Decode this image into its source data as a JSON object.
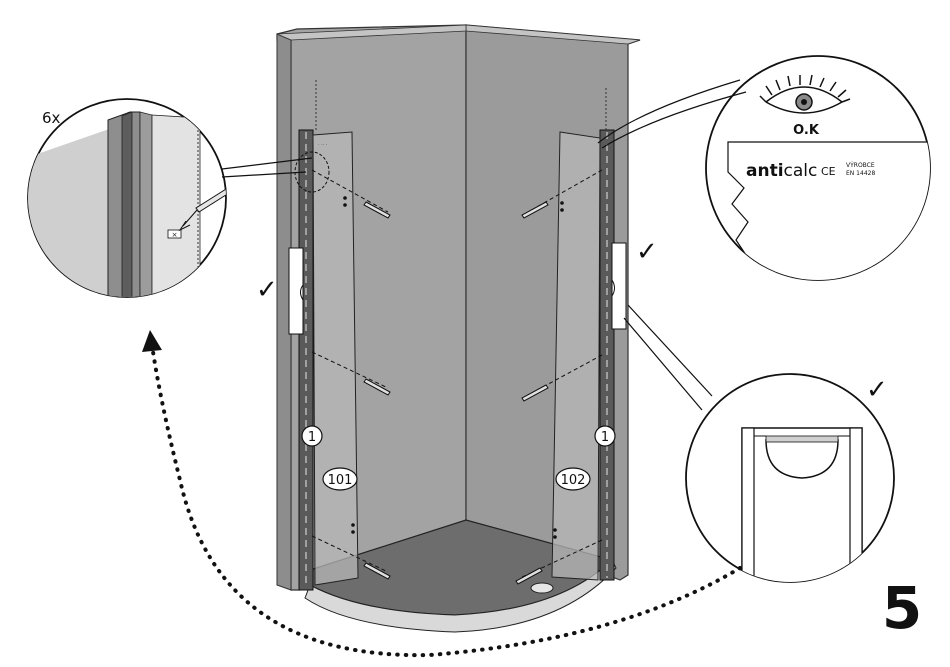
{
  "step_number": "5",
  "detail_pin": {
    "quantity_label": "6x"
  },
  "detail_label": {
    "ok_label": "O.K",
    "brand_anti": "anti",
    "brand_calc": "calc",
    "ce_mark": "CE",
    "maker_line1": "VÝROBCE",
    "maker_line2": "EN 14428"
  },
  "part_labels": {
    "profile_left": "1",
    "profile_right": "1",
    "door_left": "101",
    "door_right": "102"
  },
  "checkmark_glyph": "✓",
  "colors": {
    "wall": "#a3a3a3",
    "wall_edge": "#8a8a8a",
    "glass": "#b7b7b7",
    "tray": "#6d6d6d",
    "line": "#1a1a1a",
    "background": "#ffffff"
  }
}
